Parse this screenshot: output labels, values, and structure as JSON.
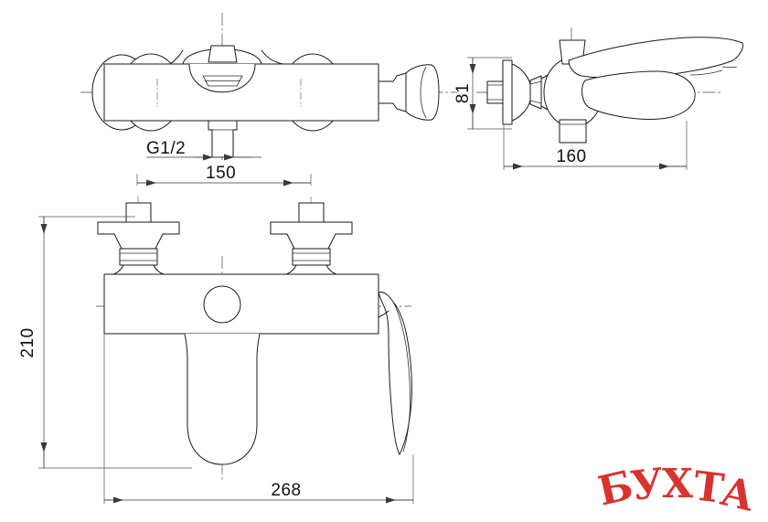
{
  "document": {
    "type": "technical-drawing",
    "subject": "wall-mounted bath/shower mixer tap",
    "background_color": "#ffffff",
    "line_color": "#1a1a1a",
    "views": [
      {
        "id": "top-view",
        "name": "Top view (plan) of mixer body"
      },
      {
        "id": "side-view",
        "name": "Side view (right) of mixer with lever and spout"
      },
      {
        "id": "front-view",
        "name": "Front view (elevation) of mixer with spout and lever"
      }
    ]
  },
  "dimensions": {
    "thread_label": "G1/2",
    "top_view_width": "150",
    "side_view_height": "81",
    "side_view_depth": "160",
    "front_view_height": "210",
    "front_view_width": "268"
  },
  "watermark": {
    "text": "БУХТА",
    "letters": [
      "Б",
      "У",
      "Х",
      "Т",
      "А"
    ],
    "color": "#d8332f",
    "outline_color": "#ffffff"
  }
}
